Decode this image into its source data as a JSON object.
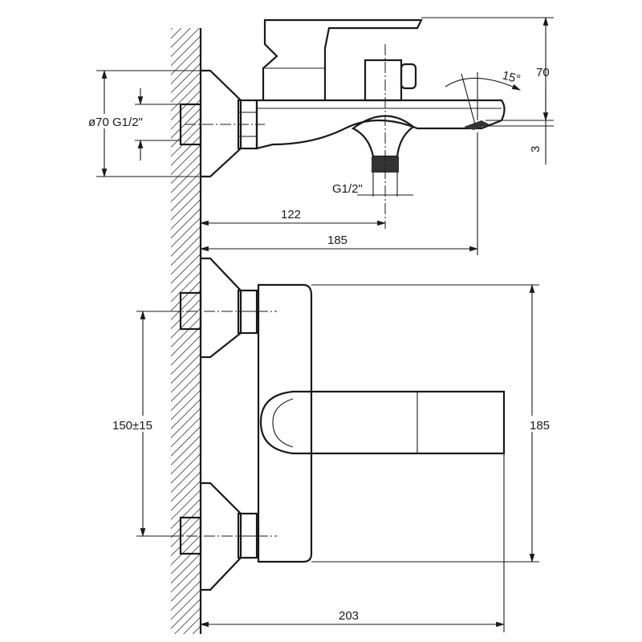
{
  "drawing": {
    "top_view": {
      "height_dim": "70",
      "angle_dim": "15°",
      "flange_dim": "ø70 G1/2\"",
      "outlet_offset_dim": "3",
      "outlet_thread": "G1/2\"",
      "outlet_distance_dim": "122",
      "depth_dim": "185"
    },
    "front_view": {
      "center_distance_dim": "150±15",
      "height_dim": "185",
      "width_dim": "203"
    }
  }
}
